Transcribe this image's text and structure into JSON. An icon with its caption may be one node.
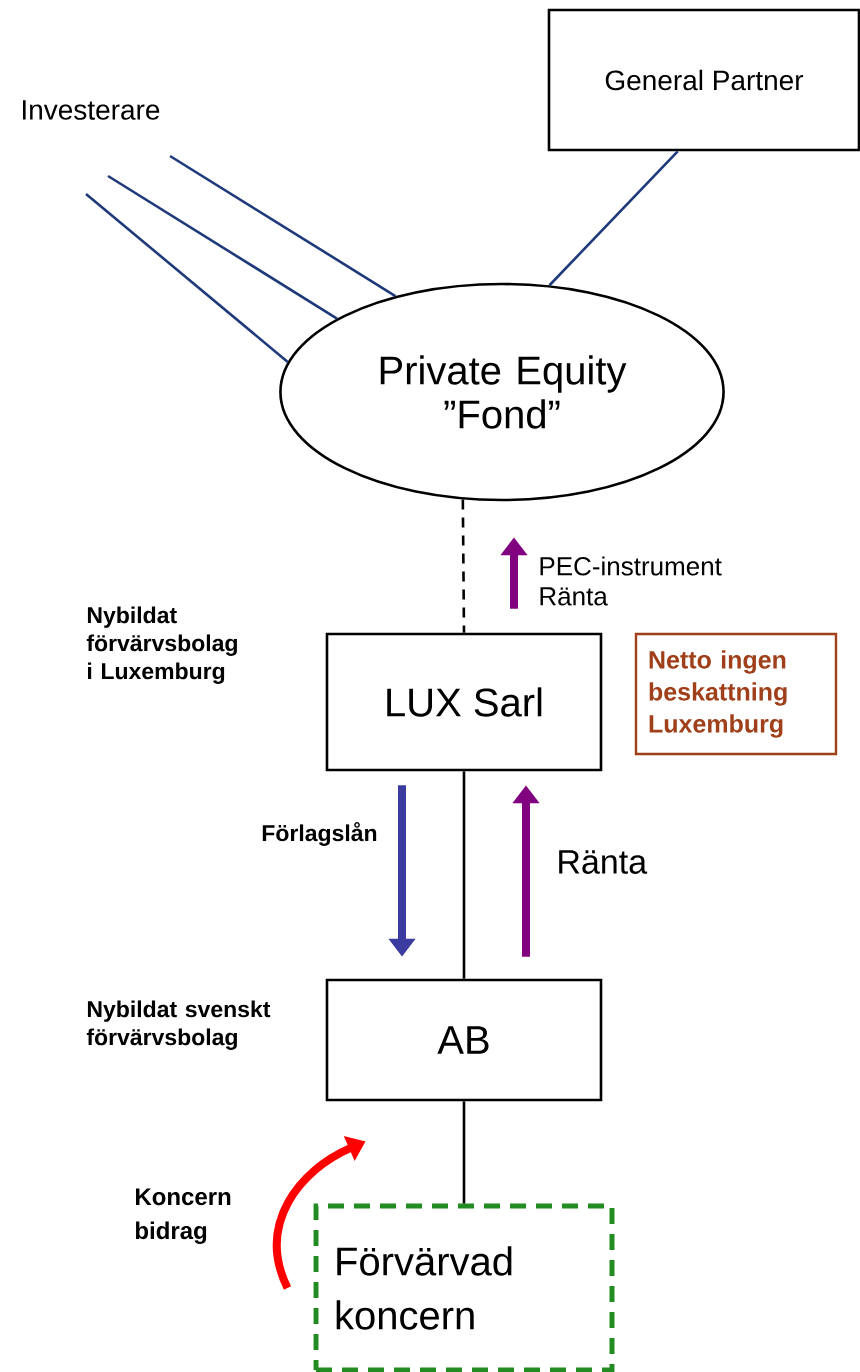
{
  "diagram": {
    "nodes": [
      {
        "text": [
          "General Partner"
        ]
      },
      {
        "text": [
          "Private Equity ”Fond”"
        ]
      },
      {
        "text": [
          "LUX Sarl"
        ],
        "beside": [
          "Nybildat förvärvsbolag i Luxemburg"
        ]
      },
      {
        "text": [
          "Netto ingen beskattning Luxemburg"
        ]
      },
      {
        "text": [
          "AB"
        ],
        "beside": [
          "Nybildat svenskt förvärvsbolag"
        ]
      },
      {
        "text": [
          "Förvärvad koncern"
        ]
      }
    ],
    "edges": [
      {
        "from": null,
        "to": 1,
        "arrow": "none",
        "color": "#1f3a7a"
      },
      {
        "from": null,
        "to": 1,
        "arrow": "none",
        "color": "#1f3a7a"
      },
      {
        "from": null,
        "to": 1,
        "arrow": "none",
        "color": "#1f3a7a"
      },
      {
        "from": 0,
        "to": 1,
        "arrow": "none",
        "color": "#1f3a7a"
      },
      {
        "from": 1,
        "to": 2,
        "arrow": "none",
        "style": "dashed",
        "color": "#000000"
      },
      {
        "from": 2,
        "to": 4,
        "arrow": "none",
        "color": "#000000"
      },
      {
        "from": 5,
        "to": 4,
        "arrow": "none",
        "color": "#000000"
      },
      {
        "from": 2,
        "to": 4,
        "arrow": "to",
        "label": "Förlagslån",
        "style": "thick",
        "color": "#3b3ba0"
      },
      {
        "from": 4,
        "to": 2,
        "arrow": "to",
        "label": "Ränta",
        "style": "thick",
        "color": "#800080"
      },
      {
        "from": 2,
        "to": 1,
        "arrow": "to",
        "label": "PEC-instrument Ränta",
        "style": "thick",
        "color": "#800080"
      },
      {
        "from": 5,
        "to": 4,
        "arrow": "to",
        "label": "Koncern bidrag",
        "style": "thick",
        "color": "#ff0000"
      }
    ],
    "labels": [
      "Investerare"
    ]
  }
}
